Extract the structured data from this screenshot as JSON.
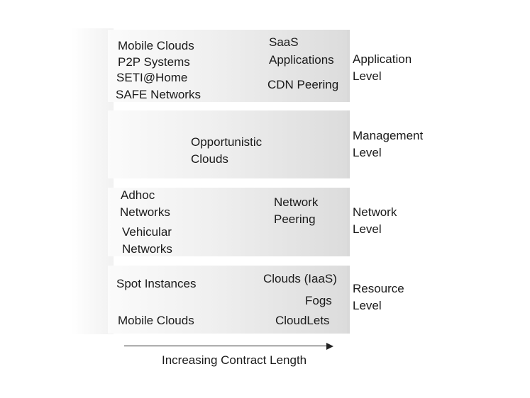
{
  "bands": {
    "application": {
      "left_items": [
        "Mobile Clouds",
        "P2P Systems",
        "SETI@Home",
        "SAFE Networks"
      ],
      "saas_line1": "SaaS",
      "saas_line2": "Applications",
      "cdn": "CDN Peering",
      "level_line1": "Application",
      "level_line2": "Level"
    },
    "management": {
      "center_line1": "Opportunistic",
      "center_line2": "Clouds",
      "level_line1": "Management",
      "level_line2": "Level"
    },
    "network": {
      "adhoc_line1": "Adhoc",
      "adhoc_line2": "Networks",
      "vehicular_line1": "Vehicular",
      "vehicular_line2": "Networks",
      "peering_line1": "Network",
      "peering_line2": "Peering",
      "level_line1": "Network",
      "level_line2": "Level"
    },
    "resource": {
      "spot": "Spot Instances",
      "mobile": "Mobile Clouds",
      "iaas": "Clouds (IaaS)",
      "fogs": "Fogs",
      "cloudlets": "CloudLets",
      "level_line1": "Resource",
      "level_line2": "Level"
    }
  },
  "axis": {
    "label": "Increasing Contract Length"
  }
}
